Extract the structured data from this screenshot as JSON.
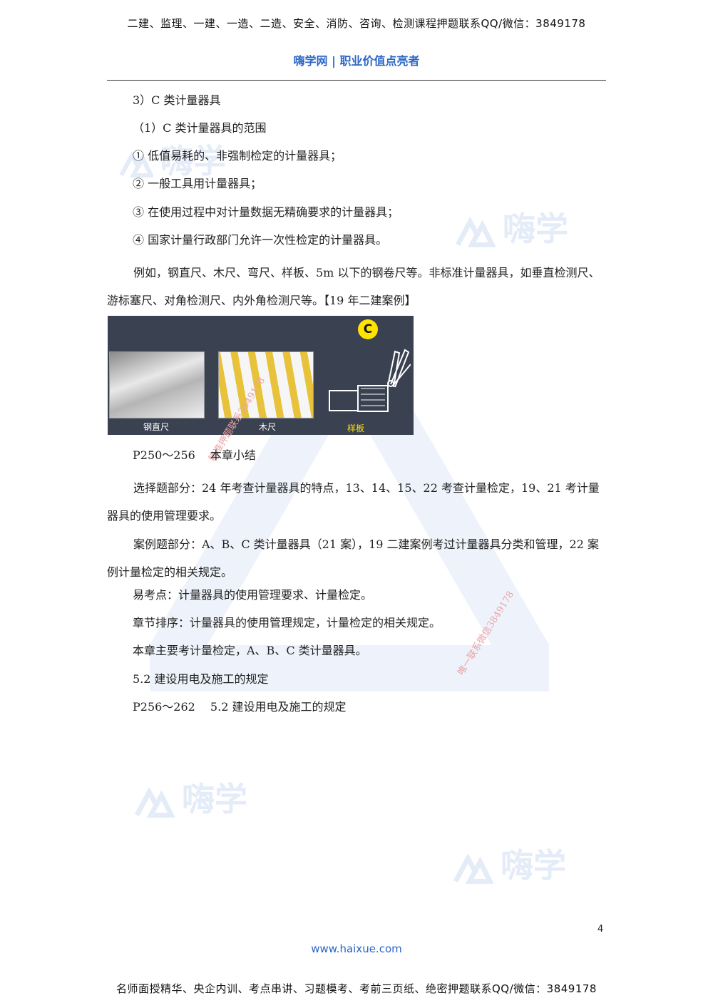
{
  "header": {
    "banner": "二建、监理、一建、一造、二造、安全、消防、咨询、检测课程押题联系QQ/微信：3849178",
    "site": "嗨学网 | 职业价值点亮者"
  },
  "watermark": {
    "logo_text": "嗨学",
    "stamp_text_1": "精准押题联系3849178",
    "stamp_text_2": "唯一联系微信3849178"
  },
  "content": {
    "l1": "3）C 类计量器具",
    "l2": "（1）C 类计量器具的范围",
    "l3": "① 低值易耗的、非强制检定的计量器具；",
    "l4": "② 一般工具用计量器具；",
    "l5": "③ 在使用过程中对计量数据无精确要求的计量器具；",
    "l6": "④ 国家计量行政部门允许一次性检定的计量器具。",
    "l7": "例如，钢直尺、木尺、弯尺、样板、5m 以下的钢卷尺等。非标准计量器具，如垂直检测尺、游标塞尺、对角检测尺、内外角检测尺等。【19 年二建案例】",
    "figure": {
      "badge": "C",
      "captions": [
        "钢直尺",
        "木尺",
        "样板"
      ]
    },
    "l8": "P250～256　 本章小结",
    "l9": "选择题部分：24 年考查计量器具的特点，13、14、15、22 考查计量检定，19、21 考计量器具的使用管理要求。",
    "l10": "案例题部分：A、B、C 类计量器具（21 案），19 二建案例考过计量器具分类和管理，22 案例计量检定的相关规定。",
    "l11": "易考点：计量器具的使用管理要求、计量检定。",
    "l12": "章节排序：计量器具的使用管理规定，计量检定的相关规定。",
    "l13": "本章主要考计量检定，A、B、C 类计量器具。",
    "l14": "5.2 建设用电及施工的规定",
    "l15": "P256～262　 5.2 建设用电及施工的规定"
  },
  "footer": {
    "page_number": "4",
    "url": "www.haixue.com",
    "banner": "名师面授精华、央企内训、考点串讲、习题模考、考前三页纸、绝密押题联系QQ/微信：3849178"
  }
}
